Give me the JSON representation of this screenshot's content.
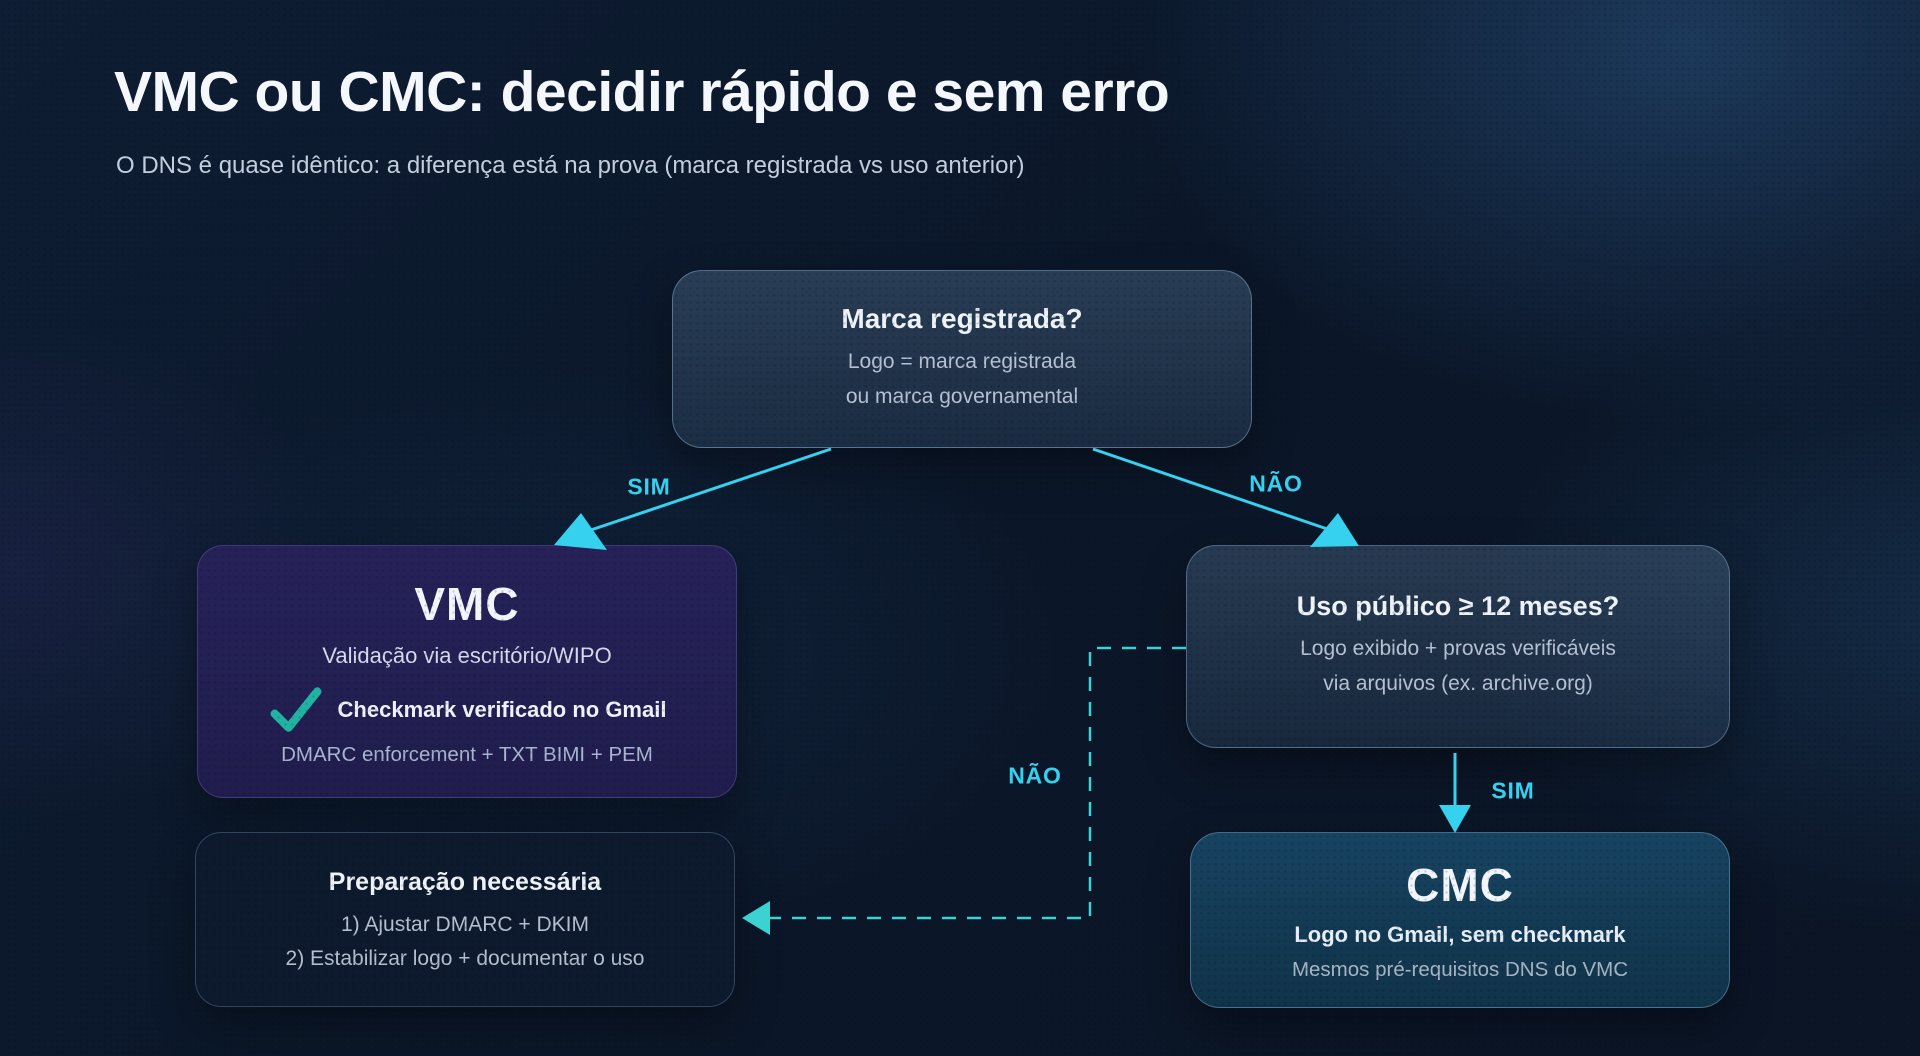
{
  "header": {
    "title": "VMC ou CMC: decidir rápido e sem erro",
    "subtitle": "O DNS é quase idêntico: a diferença está na prova (marca registrada vs uso anterior)"
  },
  "flowchart": {
    "root": {
      "title": "Marca registrada?",
      "line1": "Logo = marca registrada",
      "line2": "ou marca governamental"
    },
    "vmc": {
      "title": "VMC",
      "subtitle": "Validação via escritório/WIPO",
      "check_label": "Checkmark verificado no Gmail",
      "footnote": "DMARC enforcement + TXT BIMI + PEM"
    },
    "uso": {
      "title": "Uso público ≥ 12 meses?",
      "line1": "Logo exibido + provas verificáveis",
      "line2": "via arquivos (ex. archive.org)"
    },
    "cmc": {
      "title": "CMC",
      "line1": "Logo no Gmail, sem checkmark",
      "line2": "Mesmos pré-requisitos DNS do VMC"
    },
    "prep": {
      "title": "Preparação necessária",
      "line1": "1) Ajustar DMARC + DKIM",
      "line2": "2) Estabilizar logo + documentar o uso"
    },
    "edge_labels": {
      "sim_left": "SIM",
      "nao_right": "NÃO",
      "sim_down": "SIM",
      "nao_dashed": "NÃO"
    }
  },
  "colors": {
    "accent_cyan": "#35d1ee",
    "dash_teal": "#3ad2d2",
    "check_teal": "#21b3a2",
    "background": "#0b1729",
    "vmc_fill": "#232056",
    "cmc_fill": "#133a52",
    "question_fill": "#2d4156",
    "prep_fill": "#0d1a2d"
  }
}
